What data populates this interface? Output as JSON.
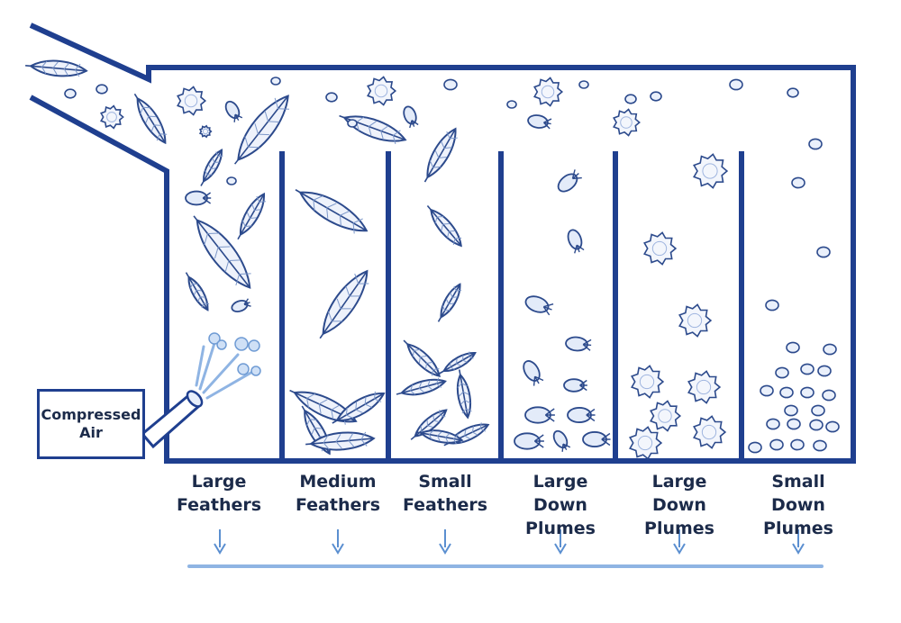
{
  "compressed_air": {
    "line1": "Compressed",
    "line2": "Air"
  },
  "bins": [
    {
      "lines": [
        "Large",
        "Feathers"
      ]
    },
    {
      "lines": [
        "Medium",
        "Feathers"
      ]
    },
    {
      "lines": [
        "Small",
        "Feathers"
      ]
    },
    {
      "lines": [
        "Large",
        "Down",
        "Plumes"
      ]
    },
    {
      "lines": [
        "Large",
        "Down",
        "Plumes"
      ]
    },
    {
      "lines": [
        "Small",
        "Down",
        "Plumes"
      ]
    }
  ],
  "colors": {
    "wall": "#1f3f8f",
    "ink": "#2c4a8c",
    "fill": "#eef2fb",
    "accent": "#8fb4e3",
    "text": "#1c2b4a"
  }
}
